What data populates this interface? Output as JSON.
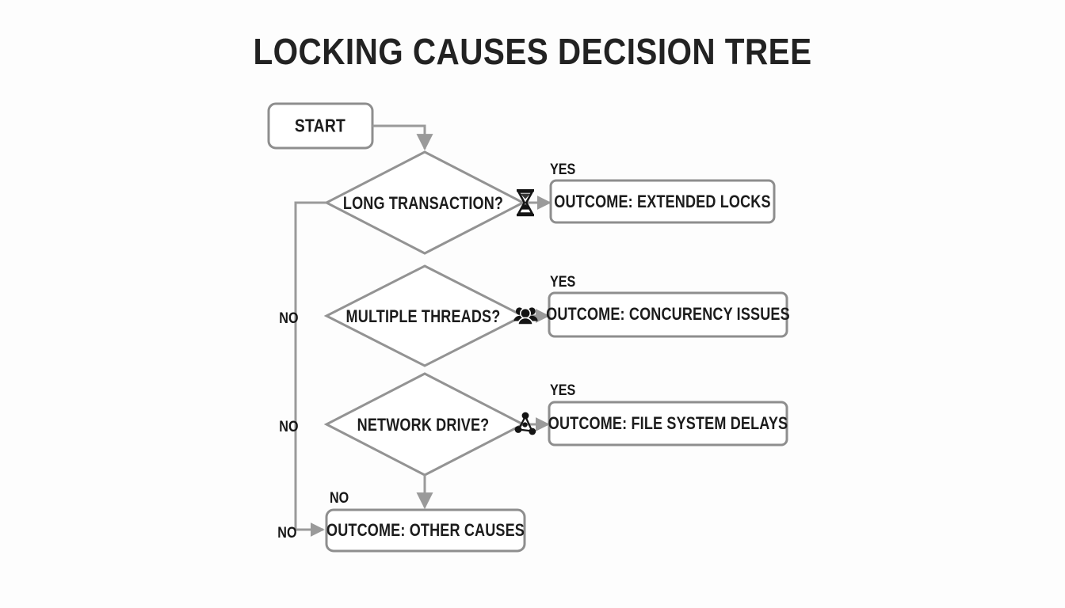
{
  "page": {
    "title": "LOCKING CAUSES DECISION TREE",
    "background_color": "#fdfdfd",
    "line_color": "#8a8a8a",
    "text_color": "#1c1c1c"
  },
  "nodes": {
    "start": {
      "label": "START"
    },
    "decisions": [
      {
        "label": "LONG TRANSACTION?",
        "icon": "hourglass-icon"
      },
      {
        "label": "MULTIPLE THREADS?",
        "icon": "users-group-icon"
      },
      {
        "label": "NETWORK DRIVE?",
        "icon": "network-share-icon"
      }
    ],
    "outcomes": [
      {
        "label": "OUTCOME: EXTENDED LOCKS"
      },
      {
        "label": "OUTCOME: CONCURENCY ISSUES"
      },
      {
        "label": "OUTCOME: FILE SYSTEM DELAYS"
      },
      {
        "label": "OUTCOME: OTHER CAUSES"
      }
    ]
  },
  "edges": {
    "yes_1": "YES",
    "yes_2": "YES",
    "yes_3": "YES",
    "no_1": "NO",
    "no_2": "NO",
    "no_3": "NO",
    "no_4": "NO"
  }
}
